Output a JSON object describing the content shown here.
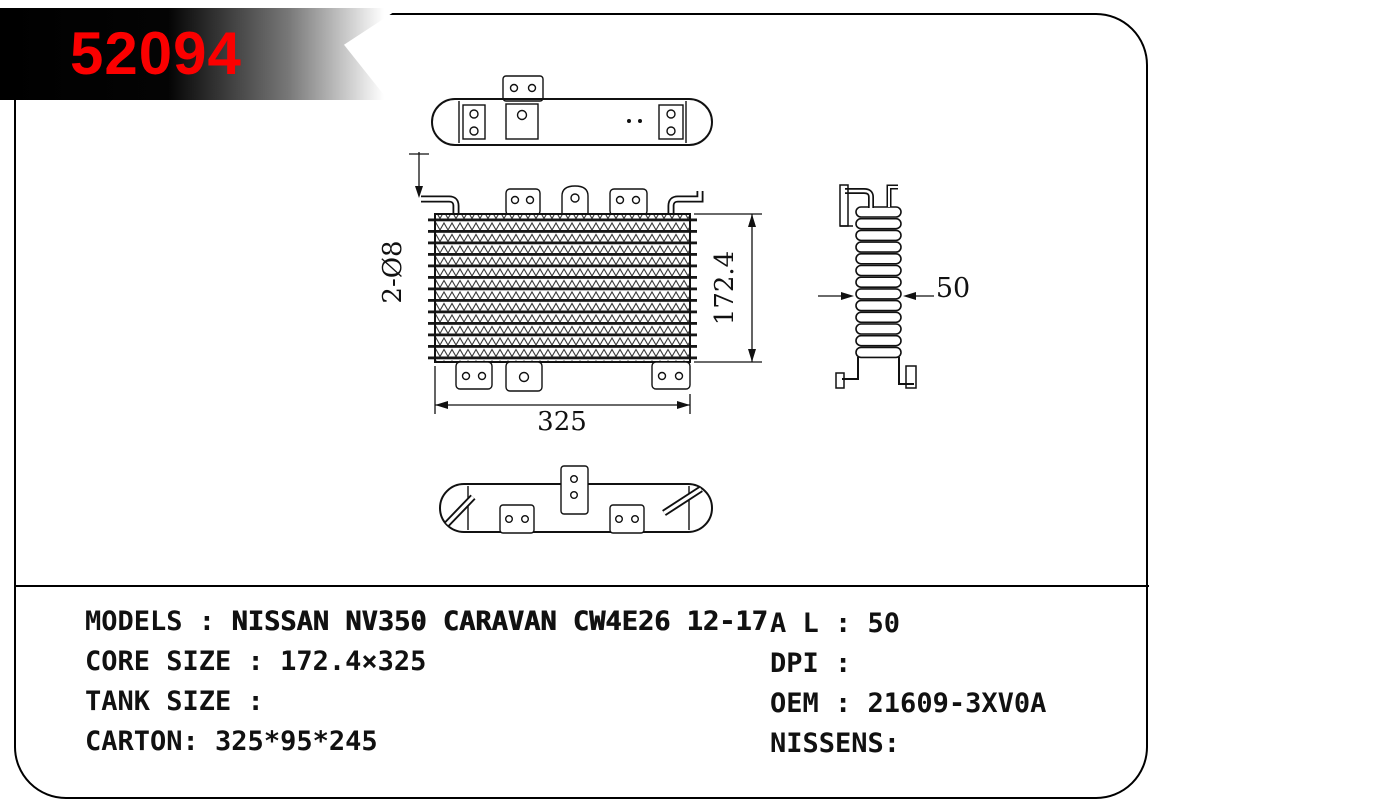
{
  "banner": {
    "part_number": "52094",
    "accent_color": "#fb0000"
  },
  "drawing": {
    "dim_hole": "2-Ø8",
    "dim_core_height": "172.4",
    "dim_core_width": "325",
    "dim_depth": "50"
  },
  "specs": {
    "left": [
      {
        "label": "MODELS : ",
        "value": "NISSAN NV350 CARAVAN CW4E26 12-17"
      },
      {
        "label": "CORE SIZE : ",
        "value": "172.4×325"
      },
      {
        "label": "TANK SIZE : ",
        "value": ""
      },
      {
        "label": "CARTON: ",
        "value": "325*95*245"
      }
    ],
    "right": [
      {
        "label": "A L : ",
        "value": "50"
      },
      {
        "label": "DPI : ",
        "value": ""
      },
      {
        "label": "OEM : ",
        "value": "21609-3XV0A"
      },
      {
        "label": "NISSENS:",
        "value": ""
      }
    ]
  }
}
